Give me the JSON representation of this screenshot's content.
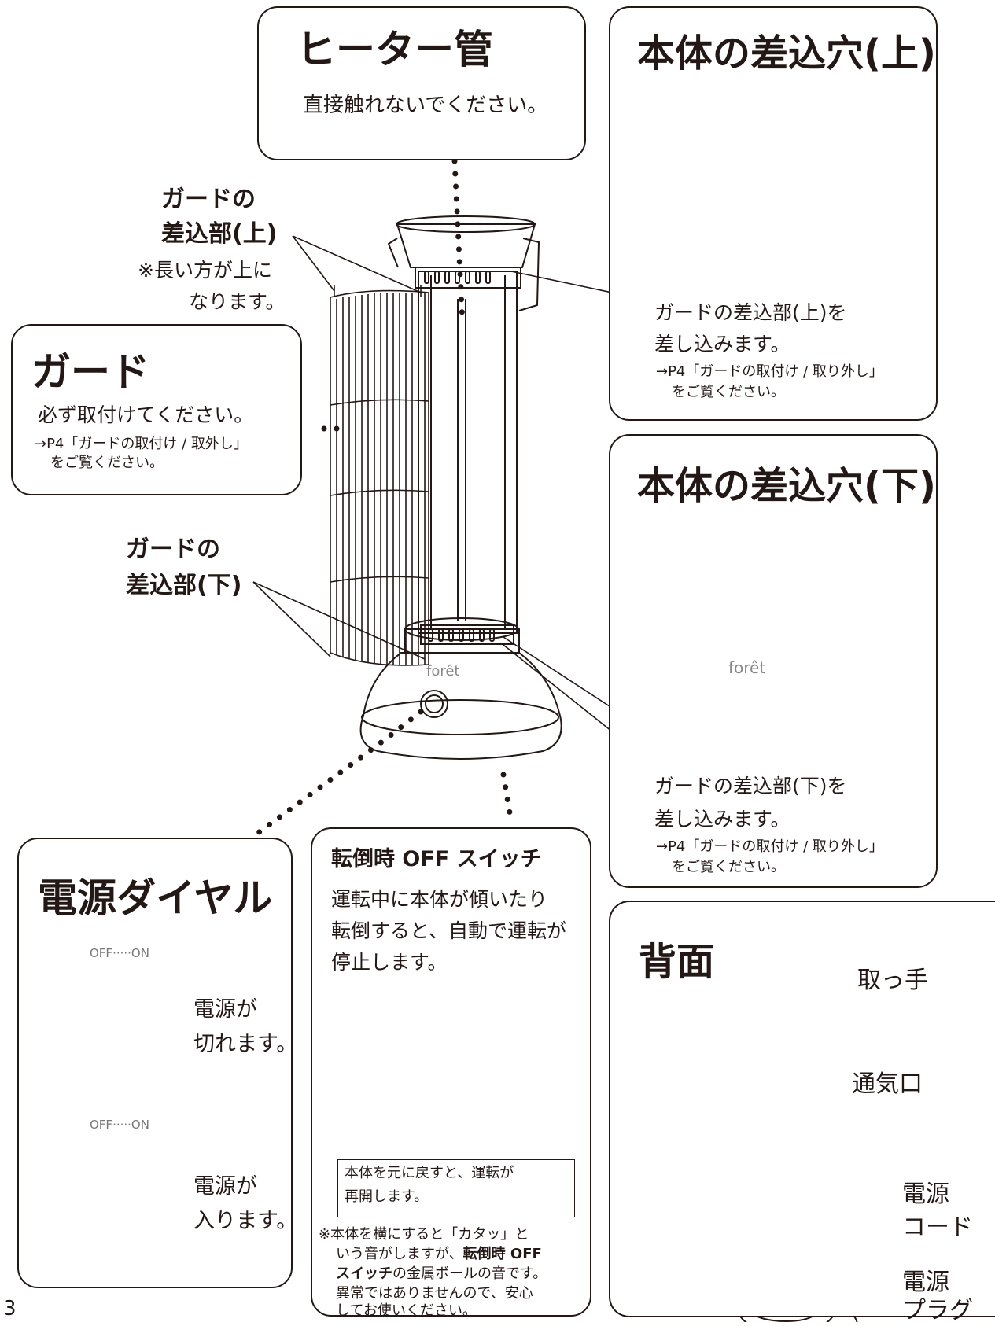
{
  "heater_tube": {
    "title": "ヒーター管",
    "note": "直接触れないでください。"
  },
  "guard_insert_upper": {
    "label_line1": "ガードの",
    "label_line2": "差込部(上)",
    "note_line1": "※長い方が上に",
    "note_line2": "なります。"
  },
  "guard": {
    "title": "ガード",
    "note": "必ず取付けてください。",
    "ref_line1": "→P4「ガードの取付け / 取外し」",
    "ref_line2": "をご覧ください。"
  },
  "guard_insert_lower": {
    "label_line1": "ガードの",
    "label_line2": "差込部(下)"
  },
  "socket_upper": {
    "title": "本体の差込穴(上)",
    "text_line1": "ガードの差込部(上)を",
    "text_line2": "差し込みます。",
    "ref_line1": "→P4「ガードの取付け / 取り外し」",
    "ref_line2": "をご覧ください。"
  },
  "socket_lower": {
    "title": "本体の差込穴(下)",
    "brand": "forêt",
    "text_line1": "ガードの差込部(下)を",
    "text_line2": "差し込みます。",
    "ref_line1": "→P4「ガードの取付け / 取り外し」",
    "ref_line2": "をご覧ください。"
  },
  "heater_brand": "forêt",
  "power_dial": {
    "title": "電源ダイヤル",
    "dial_scale": "OFF·····ON",
    "off_line1": "電源が",
    "off_line2": "切れます。",
    "on_line1": "電源が",
    "on_line2": "入ります。"
  },
  "tip_switch": {
    "title": "転倒時 OFF スイッチ",
    "desc_line1": "運転中に本体が傾いたり",
    "desc_line2": "転倒すると、自動で運転が",
    "desc_line3": "停止します。",
    "box_line1": "本体を元に戻すと、運転が",
    "box_line2": "再開します。",
    "note_line1": "※本体を横にすると「カタッ」と",
    "note_line2": "いう音がしますが、",
    "note_bold_a": "転倒時 OFF",
    "note_bold_b": "スイッチ",
    "note_line3_rest": "の金属ボールの音です。",
    "note_line4": "異常ではありませんので、安心",
    "note_line5": "してお使いください。"
  },
  "back": {
    "title": "背面",
    "handle": "取っ手",
    "vent": "通気口",
    "cord_line1": "電源",
    "cord_line2": "コード",
    "plug_line1": "電源",
    "plug_line2": "プラグ"
  },
  "page_number": "3"
}
